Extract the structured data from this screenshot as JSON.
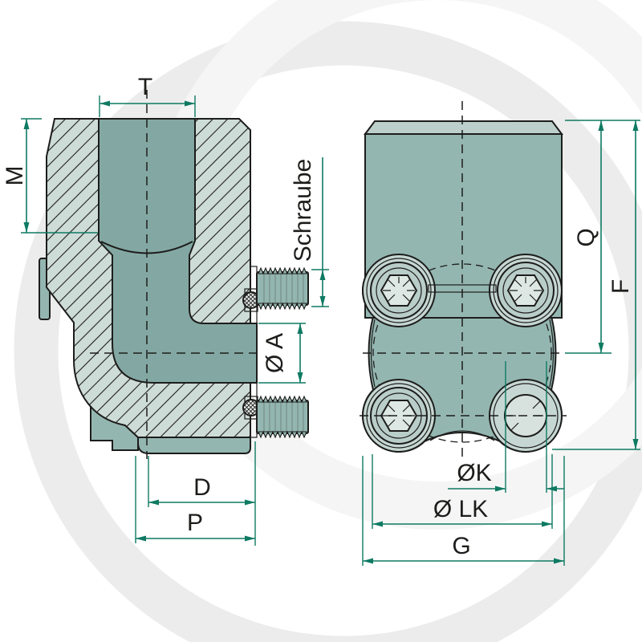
{
  "drawing": {
    "title": "hydraulic-elbow-flange-technical-drawing",
    "views": {
      "left_view_labels": [
        "T",
        "M",
        "Schraube",
        "Ø A",
        "D",
        "P"
      ],
      "right_view_labels": [
        "Q",
        "F",
        "ØK",
        "Ø LK",
        "G"
      ]
    }
  },
  "labels": {
    "t": "T",
    "m": "M",
    "schraube": "Schraube",
    "oa": "Ø A",
    "d": "D",
    "p": "P",
    "q": "Q",
    "f": "F",
    "ok": "ØK",
    "olk": "Ø LK",
    "g": "G"
  },
  "colors": {
    "dimension_line": "#0e7a62",
    "outline": "#1d1d1b",
    "body_light": "#cedcd8",
    "body_mid": "#94b6b1",
    "bore_dark": "#83a8a3",
    "washer": "#b9cdc9",
    "hex_head": "#dde8e4",
    "watermark": "#ececec",
    "background": "#ffffff"
  }
}
